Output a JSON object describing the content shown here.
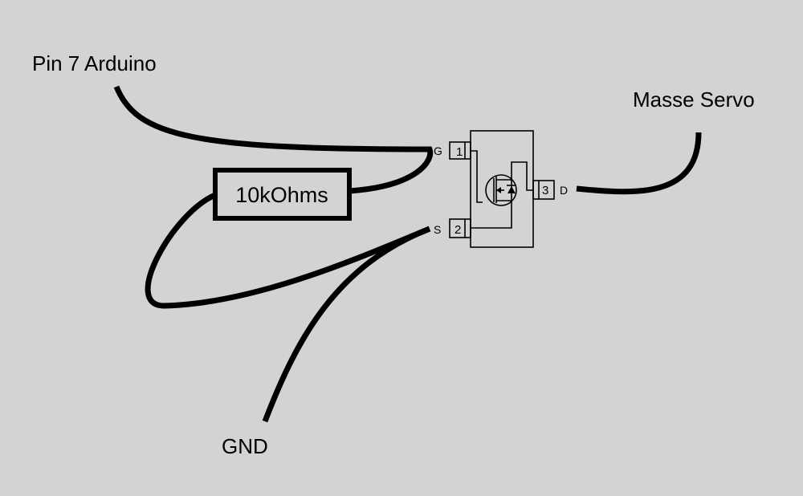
{
  "labels": {
    "arduino_pin": "Pin 7 Arduino",
    "servo_ground": "Masse Servo",
    "ground": "GND",
    "resistor": "10kOhms"
  },
  "mosfet": {
    "gate_label": "G",
    "source_label": "S",
    "drain_label": "D",
    "pin1": "1",
    "pin2": "2",
    "pin3": "3"
  },
  "colors": {
    "background": "#d3d3d3",
    "ink": "#000000"
  }
}
